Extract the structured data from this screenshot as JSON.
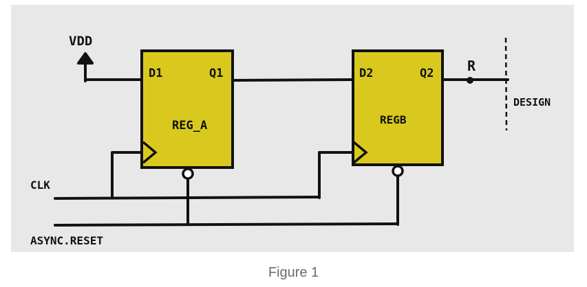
{
  "colors": {
    "panel": "#e8e8e8",
    "register_fill": "#d9c91f",
    "ink": "#111111",
    "caption": "#6b6b6b"
  },
  "diagram": {
    "supply_label": "VDD",
    "clock_label": "CLK",
    "reset_label": "ASYNC.RESET",
    "boundary_label": "DESIGN",
    "output_label": "R",
    "register_a": {
      "name": "REG_A",
      "input": "D1",
      "output": "Q1"
    },
    "register_b": {
      "name": "REGB",
      "input": "D2",
      "output": "Q2"
    }
  },
  "caption": "Figure 1"
}
